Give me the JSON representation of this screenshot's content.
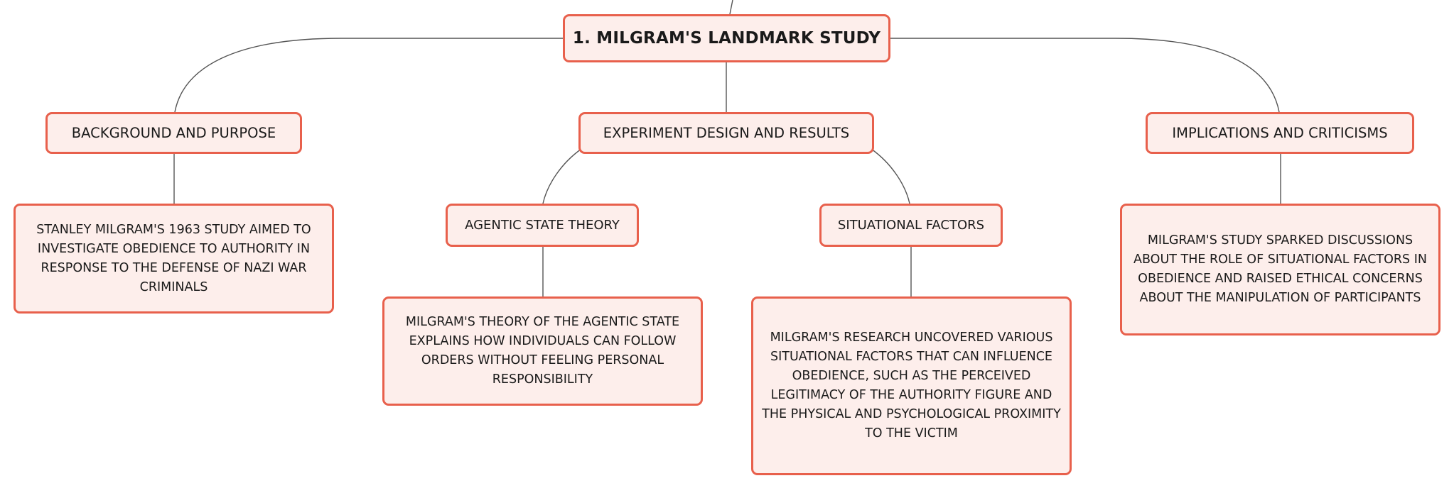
{
  "diagram": {
    "root": {
      "label": "1. MILGRAM'S LANDMARK STUDY"
    },
    "topics": [
      {
        "id": "background",
        "label": "BACKGROUND AND PURPOSE",
        "detail": "STANLEY MILGRAM'S 1963 STUDY AIMED TO INVESTIGATE OBEDIENCE TO AUTHORITY IN RESPONSE TO THE DEFENSE OF NAZI WAR CRIMINALS"
      },
      {
        "id": "design",
        "label": "EXPERIMENT DESIGN AND RESULTS",
        "subtopics": [
          {
            "id": "agentic",
            "label": "AGENTIC STATE THEORY",
            "detail": "MILGRAM'S THEORY OF THE AGENTIC STATE EXPLAINS HOW INDIVIDUALS CAN FOLLOW ORDERS WITHOUT FEELING PERSONAL RESPONSIBILITY"
          },
          {
            "id": "situational",
            "label": "SITUATIONAL FACTORS",
            "detail": "MILGRAM'S RESEARCH UNCOVERED VARIOUS SITUATIONAL FACTORS THAT CAN INFLUENCE OBEDIENCE, SUCH AS THE PERCEIVED LEGITIMACY OF THE AUTHORITY FIGURE AND THE PHYSICAL AND PSYCHOLOGICAL PROXIMITY TO THE VICTIM"
          }
        ]
      },
      {
        "id": "implications",
        "label": "IMPLICATIONS AND CRITICISMS",
        "detail": "MILGRAM'S STUDY SPARKED DISCUSSIONS ABOUT THE ROLE OF SITUATIONAL FACTORS IN OBEDIENCE AND RAISED ETHICAL CONCERNS ABOUT THE MANIPULATION OF PARTICIPANTS"
      }
    ]
  },
  "colors": {
    "node_fill": "#fdeeeb",
    "node_border": "#e8604c",
    "connector": "#555555",
    "text": "#1a1a1a"
  }
}
